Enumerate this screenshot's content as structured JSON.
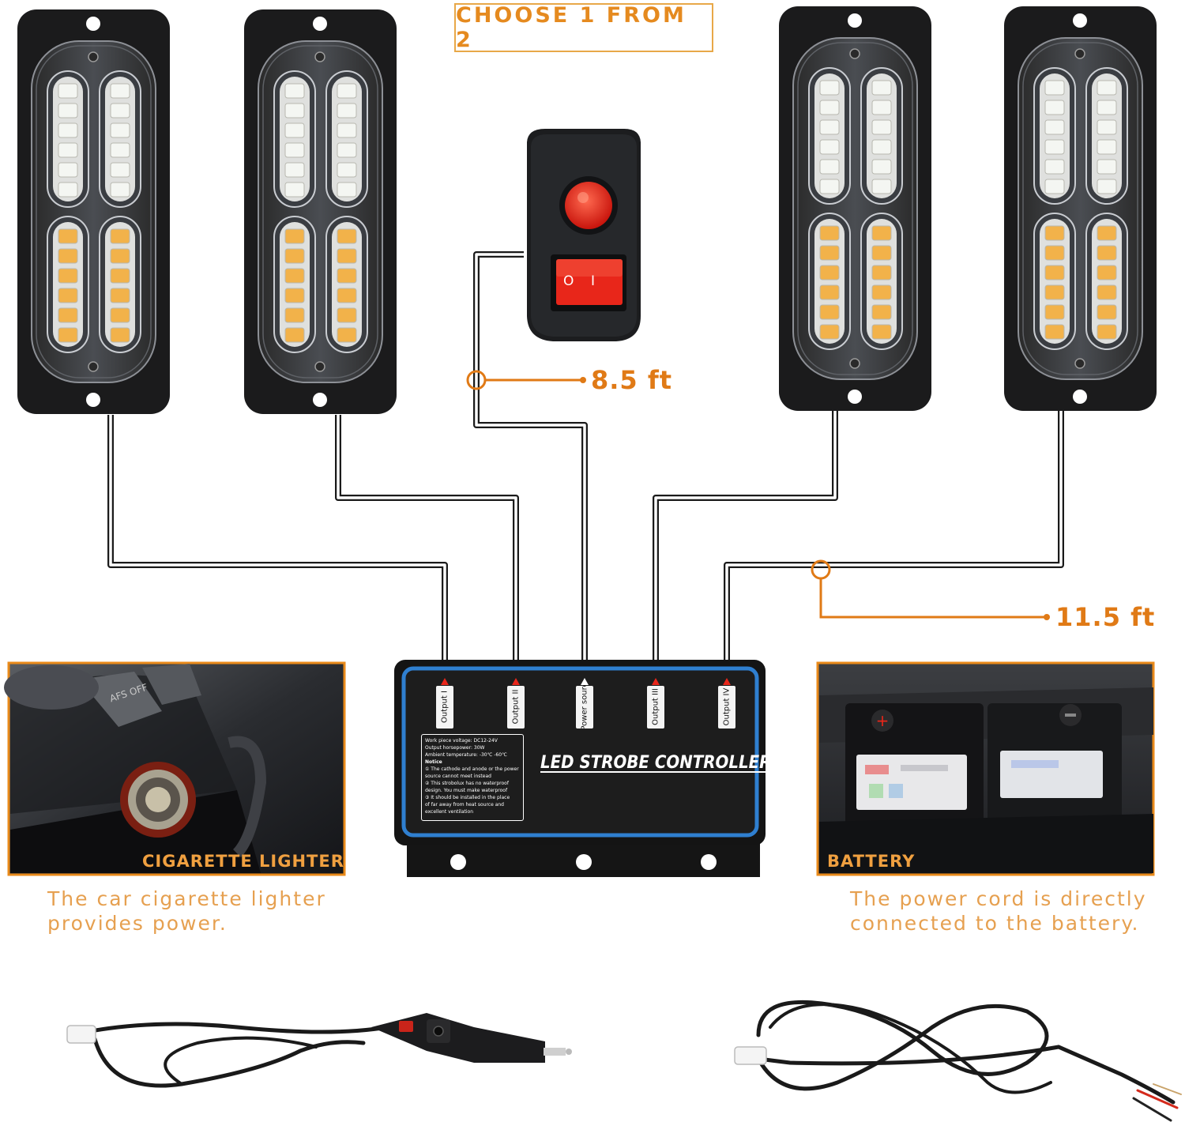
{
  "choose_label": "CHOOSE 1 FROM 2",
  "cable_lengths": {
    "switch_cable": "8.5 ft",
    "light_cable": "11.5 ft"
  },
  "controller": {
    "title": "LED STROBE CONTROLLER",
    "ports": [
      "Output I",
      "Output II",
      "Power source",
      "Output III",
      "Output IV"
    ],
    "specs": [
      "Work piece voltage:   DC12-24V",
      "Output horsepower:    30W",
      "Ambient temperature:  -30℃ -60℃",
      "Notice",
      "① The cathode and anode or the power",
      "   source cannot meet instead",
      "② This strobolux has no waterproof",
      "   design. You must make waterproof",
      "③ It should be installed in the place",
      "   of far away from heat source and",
      "   excellent ventilation"
    ]
  },
  "switch": {
    "on_symbol": "I",
    "off_symbol": "O"
  },
  "option_left": {
    "photo_label": "CIGARETTE LIGHTER",
    "caption_line1": "The car cigarette lighter",
    "caption_line2": "provides power.",
    "dash_text": "AFS OFF"
  },
  "option_right": {
    "photo_label": "BATTERY",
    "caption_line1": "The power cord is directly",
    "caption_line2": "connected to the battery."
  },
  "colors": {
    "accent_orange": "#e07a16",
    "caption_orange": "#e6a050",
    "controller_blue": "#2f7fd0",
    "white_led": "#f4f6f2",
    "amber_led": "#f2b24a",
    "switch_red": "#e8261a"
  }
}
